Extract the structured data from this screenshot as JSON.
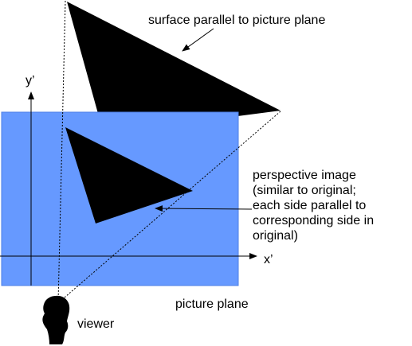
{
  "labels": {
    "surface": "surface parallel to picture plane",
    "perspective_lines": [
      "perspective image",
      "(similar to original;",
      "each side parallel to",
      "corresponding side in",
      "original)"
    ],
    "picture_plane": "picture plane",
    "viewer": "viewer",
    "x_axis": "x’",
    "y_axis": "y’"
  },
  "colors": {
    "plane_fill": "#6699ff",
    "plane_stroke": "#4d7fe6",
    "shape_fill": "#000000",
    "axis": "#000000",
    "background": "#ffffff"
  }
}
